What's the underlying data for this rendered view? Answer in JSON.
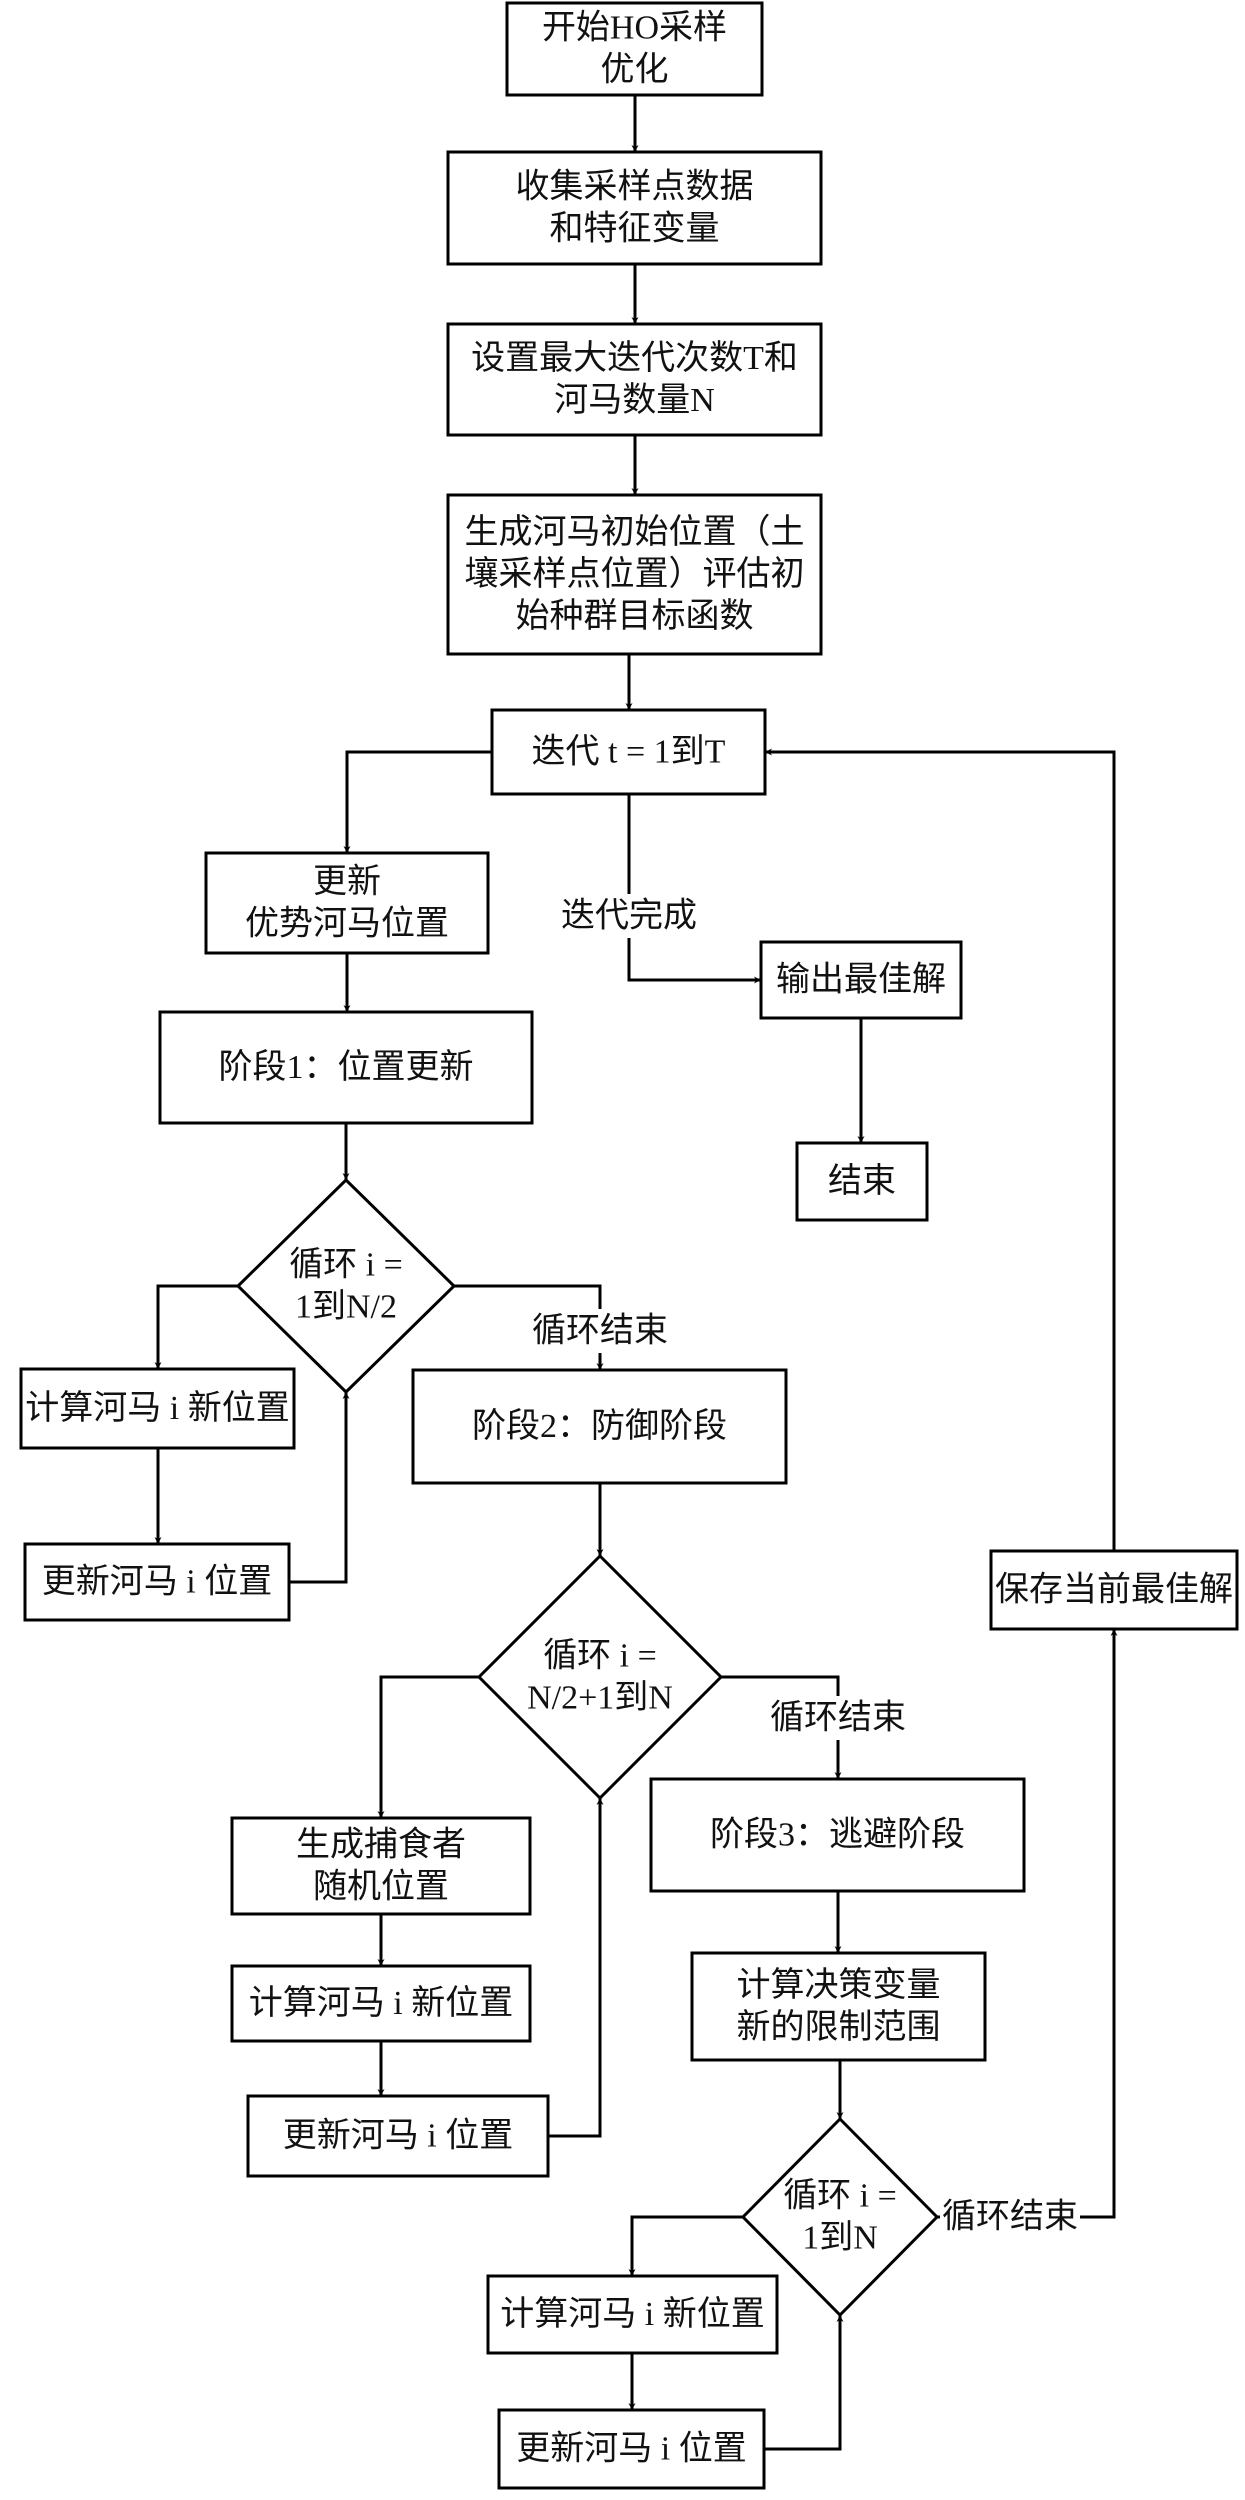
{
  "title": "HO sampling optimization flowchart",
  "colors": {
    "stroke": "#000000",
    "background": "#ffffff",
    "text": "#111111"
  },
  "nodes": {
    "start": [
      "开始HO采样",
      "优化"
    ],
    "collect": [
      "收集采样点数据",
      "和特征变量"
    ],
    "set_params": [
      "设置最大迭代次数T和",
      "河马数量N"
    ],
    "init": [
      "生成河马初始位置（土",
      "壤采样点位置）评估初",
      "始种群目标函数"
    ],
    "iterate": [
      "迭代 t = 1到T"
    ],
    "update_dominant": [
      "更新",
      "优势河马位置"
    ],
    "output": [
      "输出最佳解"
    ],
    "end": [
      "结束"
    ],
    "phase1": [
      "阶段1：位置更新"
    ],
    "loop1": [
      "循环 i =",
      "1到N/2"
    ],
    "calc1": [
      "计算河马 i 新位置"
    ],
    "update1": [
      "更新河马 i 位置"
    ],
    "phase2": [
      "阶段2：防御阶段"
    ],
    "loop2": [
      "循环 i =",
      "N/2+1到N"
    ],
    "gen_predator": [
      "生成捕食者",
      "随机位置"
    ],
    "calc2": [
      "计算河马 i 新位置"
    ],
    "update2": [
      "更新河马 i 位置"
    ],
    "phase3": [
      "阶段3：逃避阶段"
    ],
    "calc_bounds": [
      "计算决策变量",
      "新的限制范围"
    ],
    "loop3": [
      "循环 i =",
      "1到N"
    ],
    "calc3": [
      "计算河马 i 新位置"
    ],
    "update3": [
      "更新河马 i 位置"
    ],
    "save_best": [
      "保存当前最佳解"
    ]
  },
  "edge_labels": {
    "iteration_done": "迭代完成",
    "loop1_end": "循环结束",
    "loop2_end": "循环结束",
    "loop3_end": "循环结束"
  }
}
